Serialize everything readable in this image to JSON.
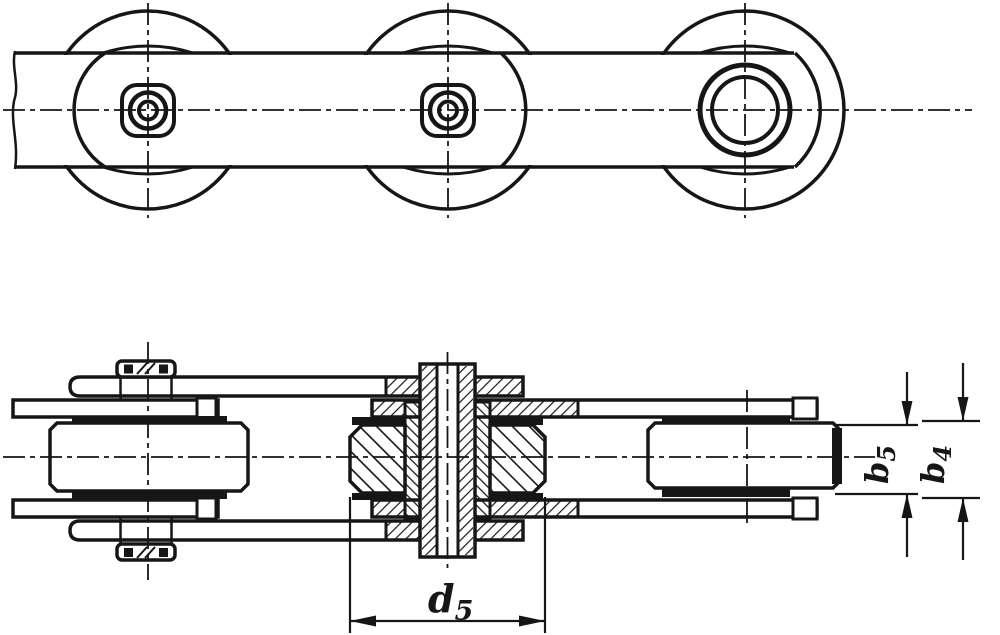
{
  "labels": {
    "d5": {
      "base": "d",
      "sub": "5"
    },
    "b5": {
      "base": "b",
      "sub": "5"
    },
    "b4": {
      "base": "b",
      "sub": "4"
    }
  },
  "colors": {
    "ink": "#161616",
    "paper": "#ffffff"
  }
}
